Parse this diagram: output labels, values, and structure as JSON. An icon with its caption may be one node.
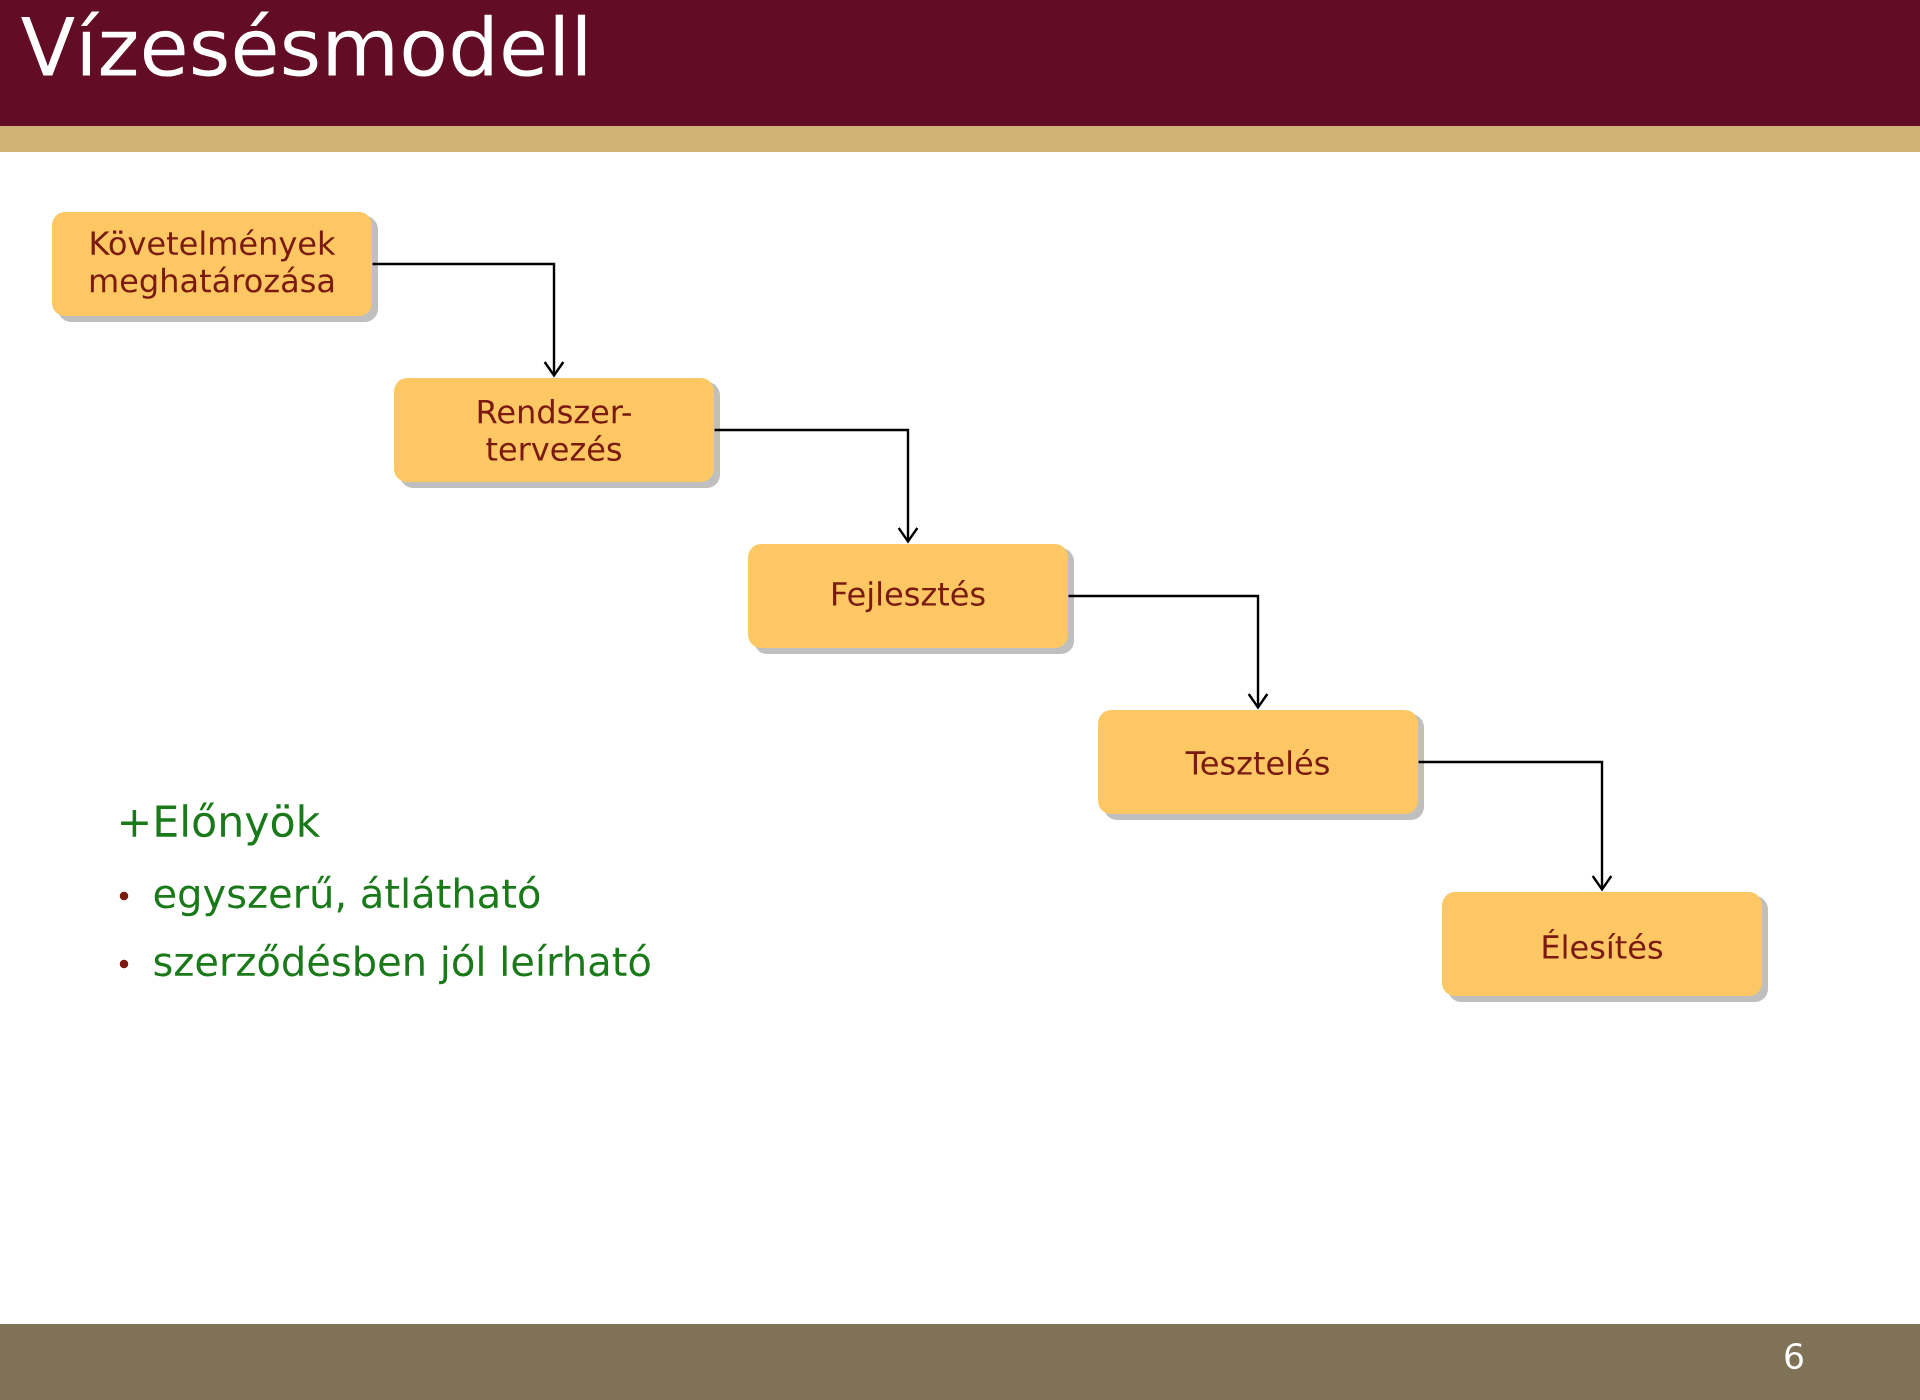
{
  "diagram": {
    "title": "Vízesésmodell",
    "nodes": [
      {
        "text": [
          "Követelmények meghatározása"
        ]
      },
      {
        "text": [
          "Rendszer- tervezés"
        ]
      },
      {
        "text": [
          "Fejlesztés"
        ]
      },
      {
        "text": [
          "Tesztelés"
        ]
      },
      {
        "text": [
          "Élesítés"
        ]
      }
    ],
    "edges": [
      {
        "from": 0,
        "to": 1,
        "arrow": "to"
      },
      {
        "from": 1,
        "to": 2,
        "arrow": "to"
      },
      {
        "from": 2,
        "to": 3,
        "arrow": "to"
      },
      {
        "from": 3,
        "to": 4,
        "arrow": "to"
      }
    ],
    "labels": [
      "+Előnyök",
      "egyszerű, átlátható",
      "szerződésben jól leírható",
      "6"
    ]
  }
}
